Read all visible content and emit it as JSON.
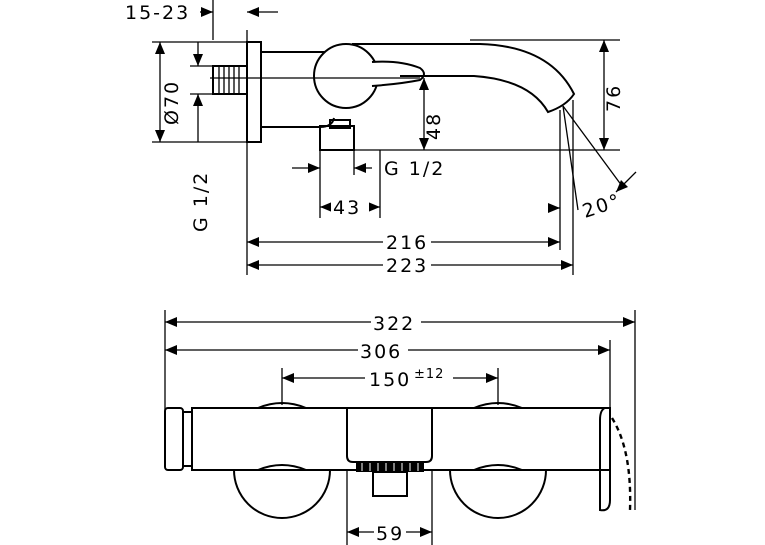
{
  "side_view": {
    "dims": {
      "wall_offset": "15-23",
      "rosette_diameter": "Ø70",
      "height_76": "76",
      "height_48": "48",
      "thread_bottom": "G 1/2",
      "thread_left": "G 1/2",
      "width_43": "43",
      "angle": "20°",
      "length_216": "216",
      "length_223": "223"
    }
  },
  "top_view": {
    "dims": {
      "length_322": "322",
      "length_306": "306",
      "centers": "150",
      "tolerance": "±12",
      "width_59": "59"
    }
  }
}
